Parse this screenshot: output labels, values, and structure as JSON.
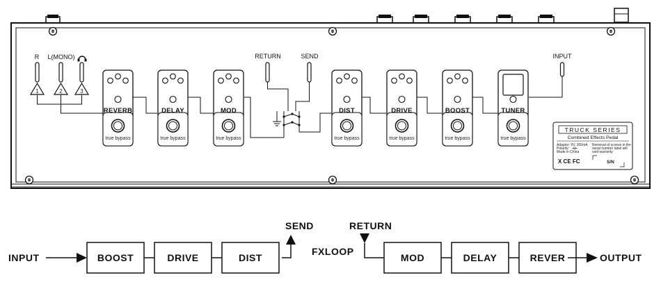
{
  "top_panel": {
    "outputs": [
      {
        "top_label": "R",
        "num": "1"
      },
      {
        "top_label": "L(MONO)",
        "num": "2"
      },
      {
        "top_label": "headphones-icon",
        "num": "3"
      }
    ],
    "return_label": "RETURN",
    "send_label": "SEND",
    "input_label": "INPUT",
    "pedals": [
      {
        "name": "REVERB",
        "sub": "true bypass"
      },
      {
        "name": "DELAY",
        "sub": "true bypass"
      },
      {
        "name": "MOD",
        "sub": "true bypass"
      },
      {
        "name": "DIST",
        "sub": "true bypass"
      },
      {
        "name": "DRIVE",
        "sub": "true bypass"
      },
      {
        "name": "BOOST",
        "sub": "true bypass"
      },
      {
        "name": "TUNER",
        "sub": "true bypass"
      }
    ],
    "info_plate": {
      "brand": "TRUCK SERIES",
      "subtitle": "Combined Effects Pedal",
      "line_adaptor": "Adaptor: 9V, 300mA",
      "line_polarity": "Polarity:",
      "line_made": "Made in China",
      "line_note1": "Removal of screws in the",
      "line_note2": "serial number label will",
      "line_note3": "void warranty",
      "marks": "X CE FC",
      "sn_label": "S/N"
    }
  },
  "flow": {
    "input_label": "INPUT",
    "output_label": "OUTPUT",
    "send_label": "SEND",
    "return_label": "RETURN",
    "fxloop_label": "FXLOOP",
    "pre_boxes": [
      "BOOST",
      "DRIVE",
      "DIST"
    ],
    "post_boxes": [
      "MOD",
      "DELAY",
      "REVER"
    ]
  }
}
